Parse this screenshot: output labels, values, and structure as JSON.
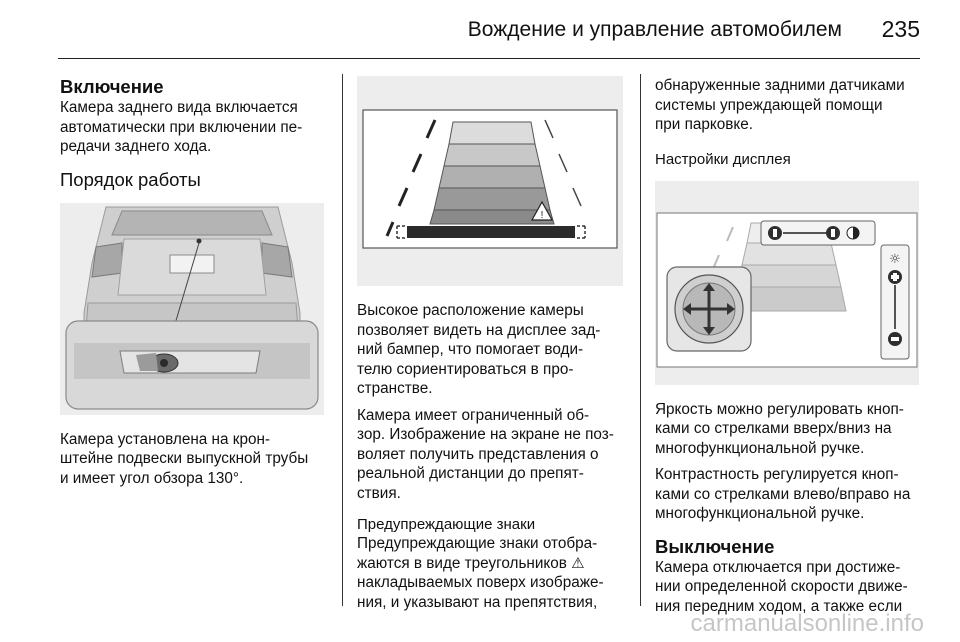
{
  "header": {
    "title": "Вождение и управление автомобилем",
    "page_number": "235"
  },
  "col1": {
    "section_heading": "Включение",
    "intro_lines": [
      "Камера заднего вида включается",
      "автоматически при включении пе-",
      "редачи заднего хода."
    ],
    "operation_heading": "Порядок работы",
    "mount_lines": [
      "Камера установлена на крон-",
      "штейне подвески выпускной трубы",
      "и имеет угол обзора 130°."
    ]
  },
  "col2": {
    "position_lines": [
      "Высокое расположение камеры",
      "позволяет видеть на дисплее зад-",
      "ний бампер, что помогает води-",
      "телю сориентироваться в про-",
      "странстве."
    ],
    "limited_lines": [
      "Камера имеет ограниченный об-",
      "зор. Изображение на экране не поз-",
      "воляет получить представления о",
      "реальной дистанции до препят-",
      "ствия."
    ],
    "warnings_heading": "Предупреждающие знаки",
    "warnings_line_1": "Предупреждающие знаки отобра-",
    "warnings_line_2": "жаются в виде треугольников",
    "warnings_glyph": "⚠",
    "warnings_line_3": "накладываемых поверх изображе-",
    "warnings_line_4": "ния, и указывают на препятствия,"
  },
  "col3": {
    "cont_lines": [
      "обнаруженные задними датчиками",
      "системы упреждающей помощи",
      "при парковке."
    ],
    "display_heading": "Настройки дисплея",
    "brightness_lines": [
      "Яркость можно регулировать кноп-",
      "ками со стрелками вверх/вниз на",
      "многофункциональной ручке."
    ],
    "contrast_lines": [
      "Контрастность регулируется кноп-",
      "ками со стрелками влево/вправо на",
      "многофункциональной ручке."
    ],
    "off_heading": "Выключение",
    "off_lines": [
      "Камера отключается при достиже-",
      "нии определенной скорости движе-",
      "ния передним ходом, а также если"
    ]
  },
  "watermark": "carmanualsonline.info",
  "colors": {
    "figure_bg": "#ededed",
    "guide_dark": "#3c3c3c",
    "guide_mid": "#8f8f8f",
    "guide_light": "#c4c4c4"
  }
}
